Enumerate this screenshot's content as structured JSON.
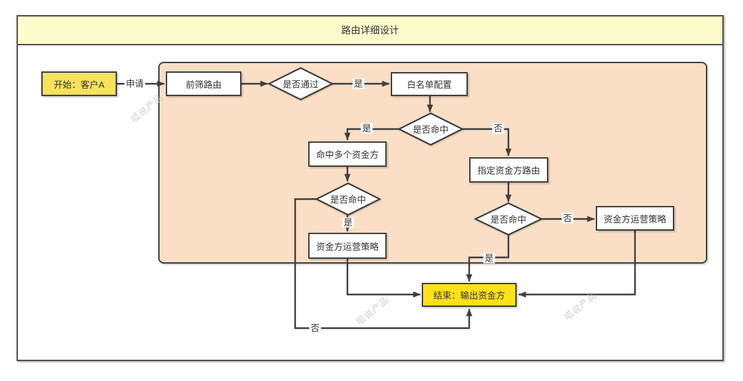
{
  "title": "路由详细设计",
  "watermark": {
    "text": "呱说产品"
  },
  "colors": {
    "outer-border": "#4d4d4d",
    "title-bg": "#fbfbcb",
    "container-bg": "#fadfc6",
    "container-border": "#404040",
    "node-bg": "#ffffff",
    "node-border": "#3f3f3f",
    "start-bg": "#f7e15d",
    "end-bg": "#ffe01a",
    "line": "#3f3f3f",
    "text": "#333333",
    "watermark-color": "#bebebe"
  },
  "nodes": {
    "start": "开始：客户A",
    "prescreen": "前筛路由",
    "pass_check": "是否通过",
    "whitelist": "白名单配置",
    "hit_check1": "是否命中",
    "multi_funder": "命中多个资金方",
    "hit_check2": "是否命中",
    "strategy_left": "资金方运营策略",
    "assigned_route": "指定资金方路由",
    "hit_check3": "是否命中",
    "strategy_right": "资金方运营策略",
    "end": "结束：输出资金方"
  },
  "edge_labels": {
    "apply": "申请",
    "pass_yes": "是",
    "hit1_yes": "是",
    "hit1_no": "否",
    "hit2_yes": "是",
    "hit2_no": "否",
    "hit3_no": "否",
    "hit3_yes": "是"
  }
}
